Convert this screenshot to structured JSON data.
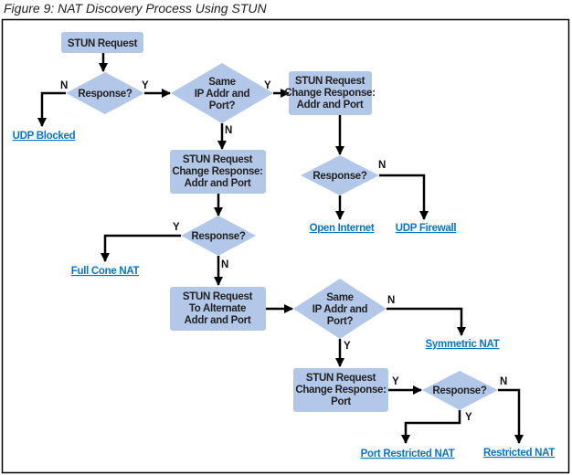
{
  "figure_title": "Figure 9: NAT Discovery Process Using STUN",
  "colors": {
    "node_fill": "#b3c8e8",
    "result_link": "#0a74c4"
  },
  "nodes": {
    "start": [
      "STUN Request"
    ],
    "response1": [
      "Response?"
    ],
    "same_ip1": [
      "Same",
      "IP Addr and",
      "Port?"
    ],
    "change_addr_port_right": [
      "STUN Request",
      "Change Response:",
      "Addr and Port"
    ],
    "response2": [
      "Response?"
    ],
    "change_addr_port_mid": [
      "STUN Request",
      "Change Response:",
      "Addr and Port"
    ],
    "response3": [
      "Response?"
    ],
    "alternate": [
      "STUN Request",
      "To Alternate",
      "Addr and Port"
    ],
    "same_ip2": [
      "Same",
      "IP Addr and",
      "Port?"
    ],
    "change_port": [
      "STUN Request",
      "Change Response:",
      "Port"
    ],
    "response4": [
      "Response?"
    ]
  },
  "results": {
    "udp_blocked": "UDP Blocked",
    "open_internet": "Open Internet",
    "udp_firewall": "UDP Firewall",
    "full_cone": "Full Cone NAT",
    "symmetric": "Symmetric NAT",
    "port_restricted": "Port Restricted NAT",
    "restricted": "Restricted NAT"
  },
  "labels": {
    "yes": "Y",
    "no": "N"
  }
}
